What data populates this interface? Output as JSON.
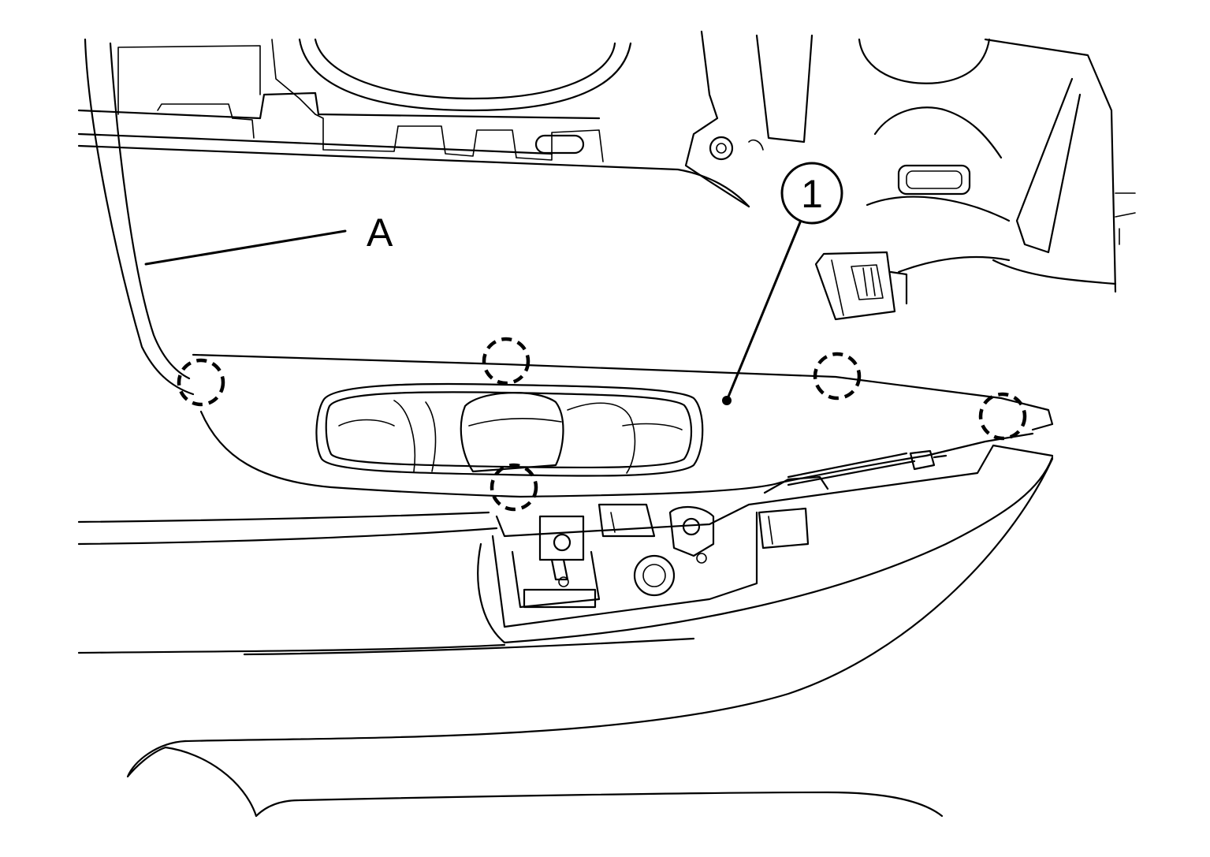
{
  "labels": {
    "callout_1": "1",
    "label_a": "A"
  },
  "colors": {
    "line": "#000000",
    "background": "#ffffff"
  },
  "clips": [
    "clip-left",
    "clip-top-center",
    "clip-bottom-center",
    "clip-top-right",
    "clip-right"
  ]
}
